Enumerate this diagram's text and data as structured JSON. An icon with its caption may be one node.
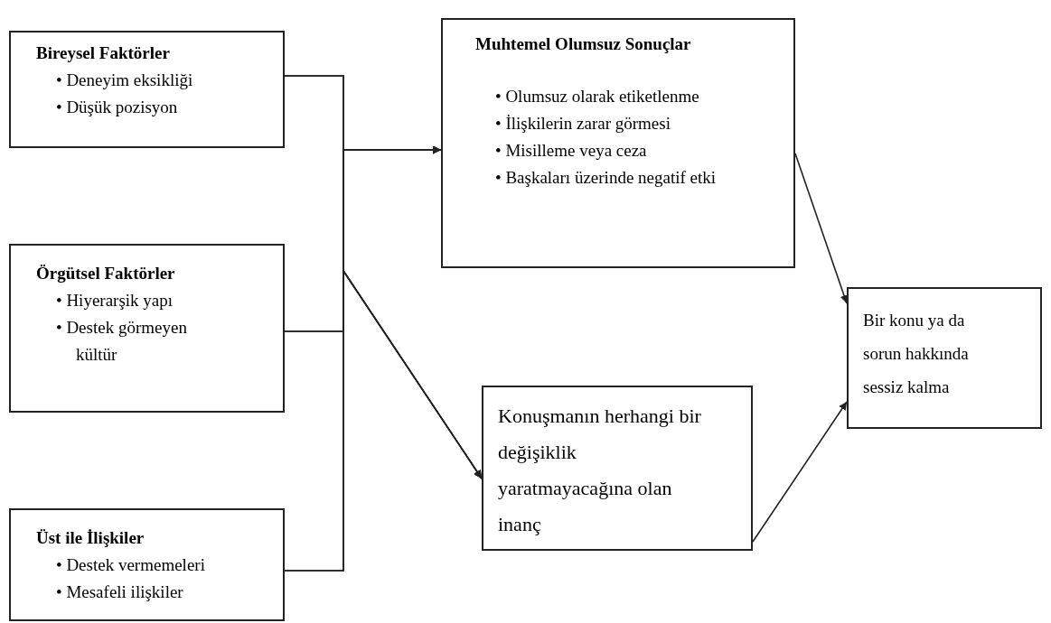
{
  "diagram": {
    "nodes": [
      {
        "text": [
          "Bireysel Faktörler",
          "• Deneyim eksikliği",
          "• Düşük pozisyon"
        ]
      },
      {
        "text": [
          "Örgütsel Faktörler",
          "• Hiyerarşik yapı",
          "• Destek görmeyen kültür"
        ]
      },
      {
        "text": [
          "Üst ile İlişkiler",
          "• Destek vermemeleri",
          "• Mesafeli ilişkiler"
        ]
      },
      {
        "text": [
          "Muhtemel Olumsuz Sonuçlar",
          "• Olumsuz olarak etiketlenme",
          "• İlişkilerin zarar görmesi",
          "• Misilleme veya ceza",
          "• Başkaları üzerinde negatif etki"
        ]
      },
      {
        "text": [
          "Konuşmanın herhangi bir değişiklik yaratmayacağına olan inanç"
        ]
      },
      {
        "text": [
          "Bir konu ya da sorun hakkında sessiz kalma"
        ]
      }
    ],
    "edges": [
      {
        "from": 0,
        "to": 3,
        "arrow": "to"
      },
      {
        "from": 1,
        "to": 3,
        "arrow": "to"
      },
      {
        "from": 2,
        "to": 3,
        "arrow": "to"
      },
      {
        "from": 0,
        "to": 4,
        "arrow": "to"
      },
      {
        "from": 1,
        "to": 4,
        "arrow": "to"
      },
      {
        "from": 2,
        "to": 4,
        "arrow": "to"
      },
      {
        "from": 3,
        "to": 5,
        "arrow": "to"
      },
      {
        "from": 4,
        "to": 5,
        "arrow": "to"
      }
    ]
  }
}
